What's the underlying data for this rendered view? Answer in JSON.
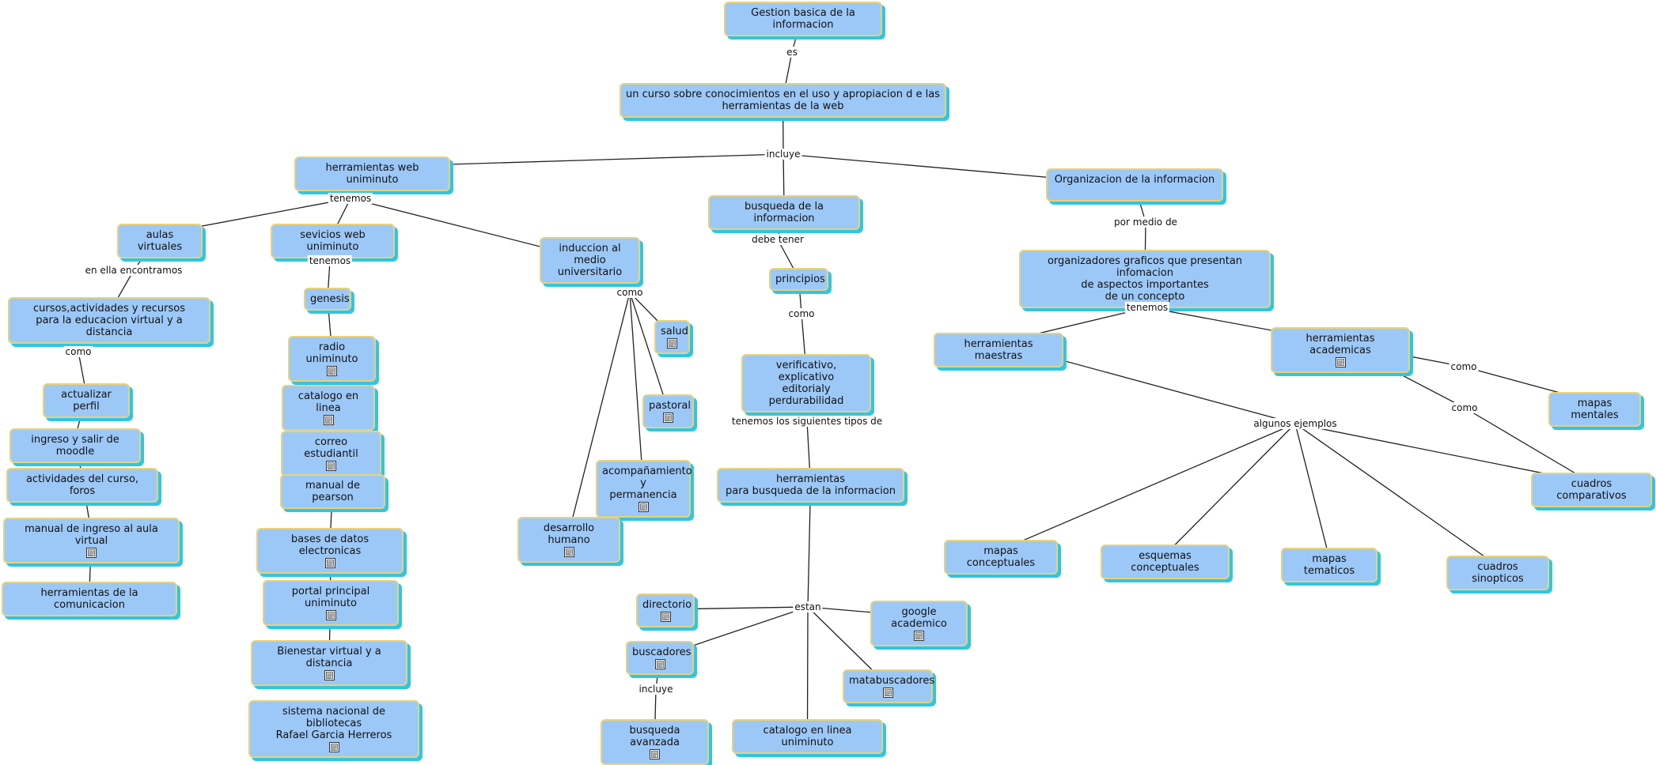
{
  "colors": {
    "node_fill": "#9cc8f8",
    "node_border": "#e8d27a",
    "node_shadow": "#2ec6e6",
    "line": "#222222"
  },
  "nodes": [
    {
      "id": "n_root",
      "text": "Gestion basica  de la  informacion"
    },
    {
      "id": "n_curso",
      "text": "un  curso   sobre conocimientos   en  el uso  y apropiacion d e las\nherramientas  de  la  web"
    },
    {
      "id": "n_hweb",
      "text": "herramientas  web  uniminuto"
    },
    {
      "id": "n_busq",
      "text": "busqueda  de  la informacion"
    },
    {
      "id": "n_org",
      "text": "Organizacion de  la informacion"
    },
    {
      "id": "n_aulas",
      "text": "aulas  virtuales"
    },
    {
      "id": "n_serv",
      "text": "sevicios web uniminuto"
    },
    {
      "id": "n_induc",
      "text": "induccion al medio\nuniversitario"
    },
    {
      "id": "n_cursos",
      "text": "cursos,actividades  y recursos\npara  la educacion  virtual y a  distancia"
    },
    {
      "id": "n_act",
      "text": "actualizar perfil"
    },
    {
      "id": "n_ingreso",
      "text": "ingreso y salir de moodle"
    },
    {
      "id": "n_activ",
      "text": "actividades  del curso,  foros"
    },
    {
      "id": "n_manual",
      "text": "manual de ingreso  al aula  virtual",
      "doc": true
    },
    {
      "id": "n_hcom",
      "text": "herramientas  de la  comunicacion"
    },
    {
      "id": "n_gen",
      "text": "genesis"
    },
    {
      "id": "n_radio",
      "text": "radio uniminuto",
      "doc": true
    },
    {
      "id": "n_cat",
      "text": "catalogo en linea",
      "doc": true
    },
    {
      "id": "n_correo",
      "text": "correo  estudiantil",
      "doc": true
    },
    {
      "id": "n_pearson",
      "text": "manual de pearson"
    },
    {
      "id": "n_bases",
      "text": "bases  de datos electronicas",
      "doc": true
    },
    {
      "id": "n_portal",
      "text": "portal principal uniminuto",
      "doc": true
    },
    {
      "id": "n_bien",
      "text": "Bienestar virtual y a  distancia",
      "doc": true
    },
    {
      "id": "n_sist",
      "text": "sistema  nacional de  bibliotecas\nRafael Garcia Herreros",
      "doc": true
    },
    {
      "id": "n_salud",
      "text": "salud",
      "doc": true
    },
    {
      "id": "n_past",
      "text": "pastoral",
      "doc": true
    },
    {
      "id": "n_acomp",
      "text": "acompañamiento\ny\npermanencia",
      "doc": true
    },
    {
      "id": "n_desa",
      "text": "desarrollo humano",
      "doc": true
    },
    {
      "id": "n_princ",
      "text": "principios"
    },
    {
      "id": "n_verif",
      "text": "verificativo, explicativo\neditorialy perdurabilidad"
    },
    {
      "id": "n_herrb",
      "text": "herramientas\npara  busqueda  de    la informacion"
    },
    {
      "id": "n_dir",
      "text": "directorio",
      "doc": true
    },
    {
      "id": "n_buscad",
      "text": "buscadores",
      "doc": true
    },
    {
      "id": "n_busav",
      "text": "busqueda  avanzada",
      "doc": true
    },
    {
      "id": "n_catu",
      "text": "catalogo  en linea  uniminuto"
    },
    {
      "id": "n_meta",
      "text": "matabuscadores",
      "doc": true
    },
    {
      "id": "n_google",
      "text": "google academico",
      "doc": true
    },
    {
      "id": "n_orgg",
      "text": "organizadores graficos que  presentan infomacion\nde  aspectos  importantes\nde un  concepto"
    },
    {
      "id": "n_hmaes",
      "text": "herramientas  maestras"
    },
    {
      "id": "n_hacad",
      "text": "herramientas  academicas",
      "doc": true
    },
    {
      "id": "n_mment",
      "text": "mapas   mentales"
    },
    {
      "id": "n_cuadc",
      "text": "cuadros  comparativos"
    },
    {
      "id": "n_mconc",
      "text": "mapas  conceptuales"
    },
    {
      "id": "n_esq",
      "text": "esquemas  conceptuales"
    },
    {
      "id": "n_mtem",
      "text": "mapas  tematicos"
    },
    {
      "id": "n_cuads",
      "text": "cuadros  sinopticos"
    }
  ],
  "labels": [
    {
      "id": "l_es",
      "text": "es"
    },
    {
      "id": "l_incluye",
      "text": "incluye"
    },
    {
      "id": "l_tenemos1",
      "text": "tenemos"
    },
    {
      "id": "l_enella",
      "text": "en  ella  encontramos"
    },
    {
      "id": "l_como1",
      "text": "como"
    },
    {
      "id": "l_tenemos2",
      "text": "tenemos"
    },
    {
      "id": "l_como2",
      "text": "como"
    },
    {
      "id": "l_debe",
      "text": "debe tener"
    },
    {
      "id": "l_como3",
      "text": "como"
    },
    {
      "id": "l_tenemos3",
      "text": "tenemos  los  siguientes  tipos  de"
    },
    {
      "id": "l_estan",
      "text": "estan"
    },
    {
      "id": "l_incluye2",
      "text": "incluye"
    },
    {
      "id": "l_pormedio",
      "text": "por medio de"
    },
    {
      "id": "l_tenemos4",
      "text": "tenemos"
    },
    {
      "id": "l_como4",
      "text": "como"
    },
    {
      "id": "l_como5",
      "text": "como"
    },
    {
      "id": "l_algunos",
      "text": "algunos  ejemplos"
    }
  ]
}
